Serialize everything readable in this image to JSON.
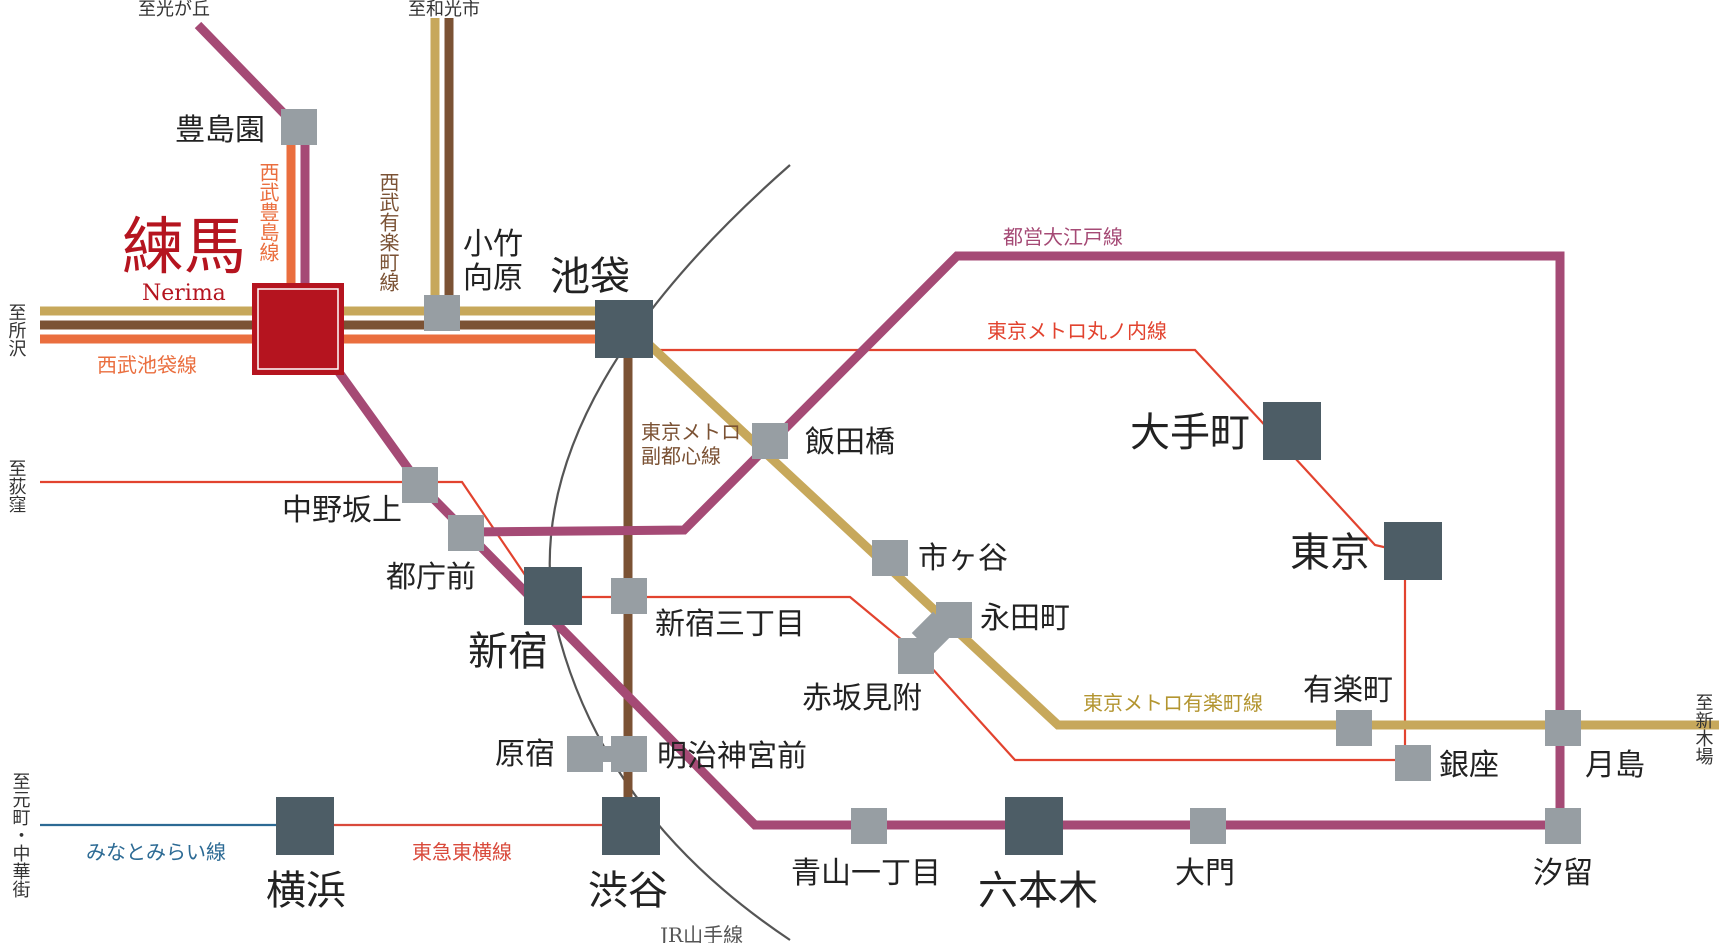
{
  "colors": {
    "oedo": "#a54a75",
    "marunouchi": "#e2432f",
    "yurakucho": "#c7a85b",
    "fukutoshin": "#7b5234",
    "seibu": "#ea6e3e",
    "tokyu": "#d94a3b",
    "minatomirai": "#2c6a94",
    "yamanote": "#555555",
    "station": "#979ea3",
    "major": "#4d5d66",
    "nerima": "#b5141f"
  },
  "stations": {
    "nerima": "練馬",
    "nerima_en": "Nerima",
    "toshimaen": "豊島園",
    "kotake": "小竹向原",
    "ikebukuro": "池袋",
    "iidabashi": "飯田橋",
    "otemachi": "大手町",
    "tokyo": "東京",
    "nakanosakaue": "中野坂上",
    "tochomae": "都庁前",
    "shinjuku": "新宿",
    "shinjuku3": "新宿三丁目",
    "ichigaya": "市ヶ谷",
    "nagatacho": "永田町",
    "akasakamitsuke": "赤坂見附",
    "yurakucho": "有楽町",
    "ginza": "銀座",
    "tsukishima": "月島",
    "harajuku": "原宿",
    "meijijingumae": "明治神宮前",
    "yokohama": "横浜",
    "shibuya": "渋谷",
    "aoyama1": "青山一丁目",
    "roppongi": "六本木",
    "daimon": "大門",
    "shiodome": "汐留"
  },
  "lines": {
    "oedo": "都営大江戸線",
    "marunouchi": "東京メトロ丸ノ内線",
    "fukutoshin": "東京メトロ副都心線",
    "yurakucho": "東京メトロ有楽町線",
    "seibu_ikebukuro": "西武池袋線",
    "seibu_toshima": "西武豊島線",
    "seibu_yurakucho": "西武有楽町線",
    "tokyu_toyoko": "東急東横線",
    "minatomirai": "みなとみらい線",
    "yamanote": "JR山手線"
  },
  "directions": {
    "hikarigaoka": "至光が丘",
    "wakoshi": "至和光市",
    "tokorozawa": "至所沢",
    "ogikubo": "至荻窪",
    "motomachi": "至元町・中華街",
    "shinkiba": "至新木場"
  }
}
